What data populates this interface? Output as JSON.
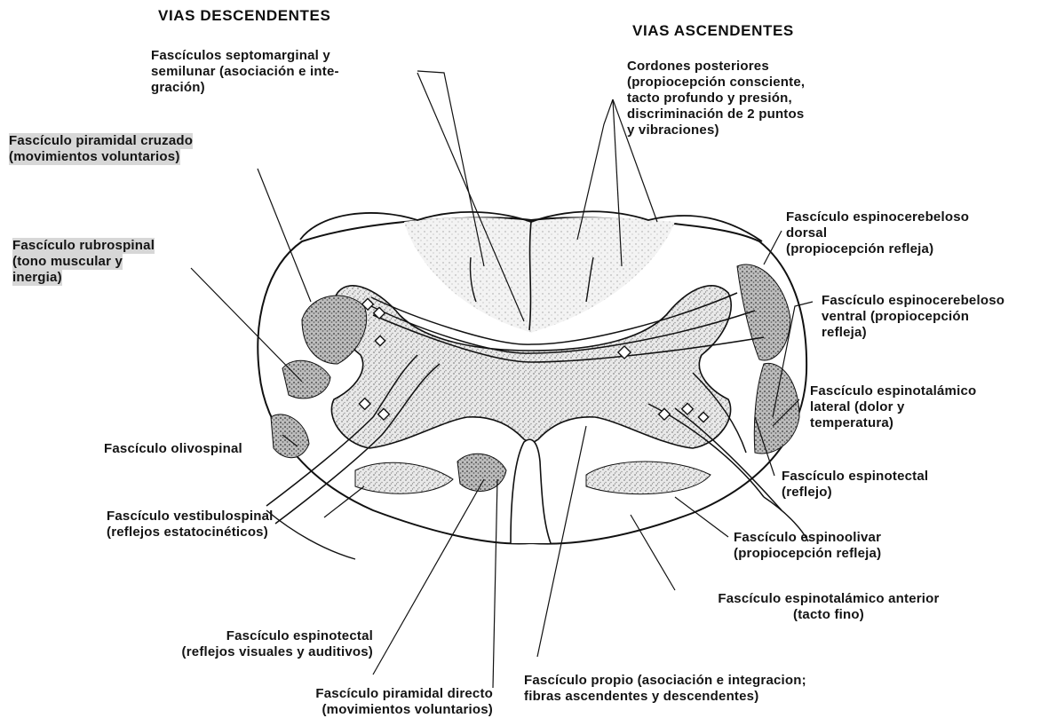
{
  "headings": {
    "descending": "VIAS DESCENDENTES",
    "ascending": "VIAS ASCENDENTES"
  },
  "labels": {
    "septomarginal": [
      "Fascículos septomarginal y",
      "semilunar (asociación e inte-",
      "gración)"
    ],
    "posterior_cords": [
      "Cordones posteriores",
      "(propiocepción consciente,",
      "tacto profundo y presión,",
      "discriminación de 2 puntos",
      "y vibraciones)"
    ],
    "crossed_pyramidal": [
      "Fascículo piramidal cruzado",
      "(movimientos voluntarios)"
    ],
    "rubrospinal": [
      "Fascículo rubrospinal",
      "(tono muscular y",
      "inergia)"
    ],
    "dorsal_spinocerebellar": [
      "Fascículo espinocerebeloso",
      "dorsal",
      "(propiocepción refleja)"
    ],
    "ventral_spinocerebellar": [
      "Fascículo espinocerebeloso",
      "ventral (propiocepción",
      "refleja)"
    ],
    "lateral_spinothalamic": [
      "Fascículo espinotalámico",
      "lateral (dolor y",
      "temperatura)"
    ],
    "olivospinal": [
      "Fascículo olivospinal"
    ],
    "spinotectal_right": [
      "Fascículo espinotectal",
      "(reflejo)"
    ],
    "vestibulospinal": [
      "Fascículo vestibulospinal",
      "(reflejos estatocinéticos)"
    ],
    "spinoolivary": [
      "Fascículo espinoolivar",
      "(propiocepción refleja)"
    ],
    "anterior_spinothalamic": [
      "Fascículo espinotalámico anterior",
      "(tacto fino)"
    ],
    "spinotectal_left": [
      "Fascículo espinotectal",
      "(reflejos visuales y auditivos)"
    ],
    "proper_fasciculus": [
      "Fascículo propio (asociación e integracion;",
      "fibras ascendentes y descendentes)"
    ],
    "direct_pyramidal": [
      "Fascículo piramidal directo",
      "(movimientos voluntarios)"
    ]
  }
}
